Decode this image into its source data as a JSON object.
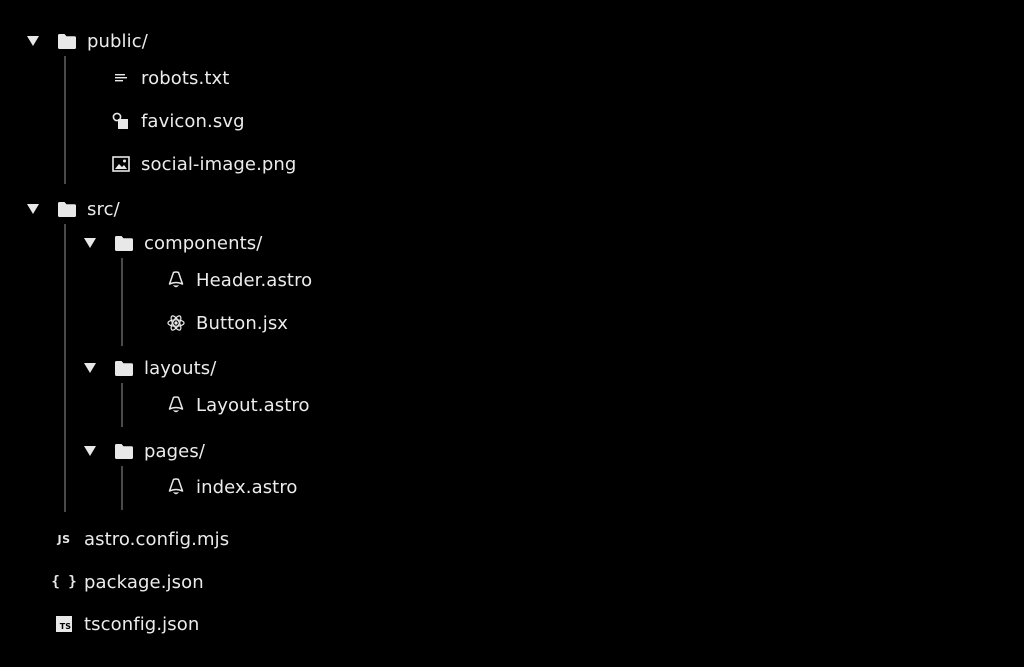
{
  "tree": {
    "public": {
      "name": "public/",
      "children": [
        "robots.txt",
        "favicon.svg",
        "social-image.png"
      ]
    },
    "src": {
      "name": "src/",
      "components": {
        "name": "components/",
        "children": [
          "Header.astro",
          "Button.jsx"
        ]
      },
      "layouts": {
        "name": "layouts/",
        "children": [
          "Layout.astro"
        ]
      },
      "pages": {
        "name": "pages/",
        "children": [
          "index.astro"
        ]
      }
    },
    "root_files": [
      "astro.config.mjs",
      "package.json",
      "tsconfig.json"
    ]
  },
  "icons": {
    "folder": "folder-icon",
    "caret": "caret-down-icon",
    "text_file": "text-file-icon",
    "svg_file": "svg-file-icon",
    "image_file": "image-file-icon",
    "astro_file": "astro-icon",
    "react_file": "react-icon",
    "js_file": "js-icon",
    "json_file": "json-braces-icon",
    "ts_file": "typescript-icon"
  },
  "badges": {
    "js": "JS",
    "json": "{ }",
    "ts": "TS"
  },
  "colors": {
    "background": "#000000",
    "text": "#ececec",
    "guide": "#4a4a4a"
  }
}
